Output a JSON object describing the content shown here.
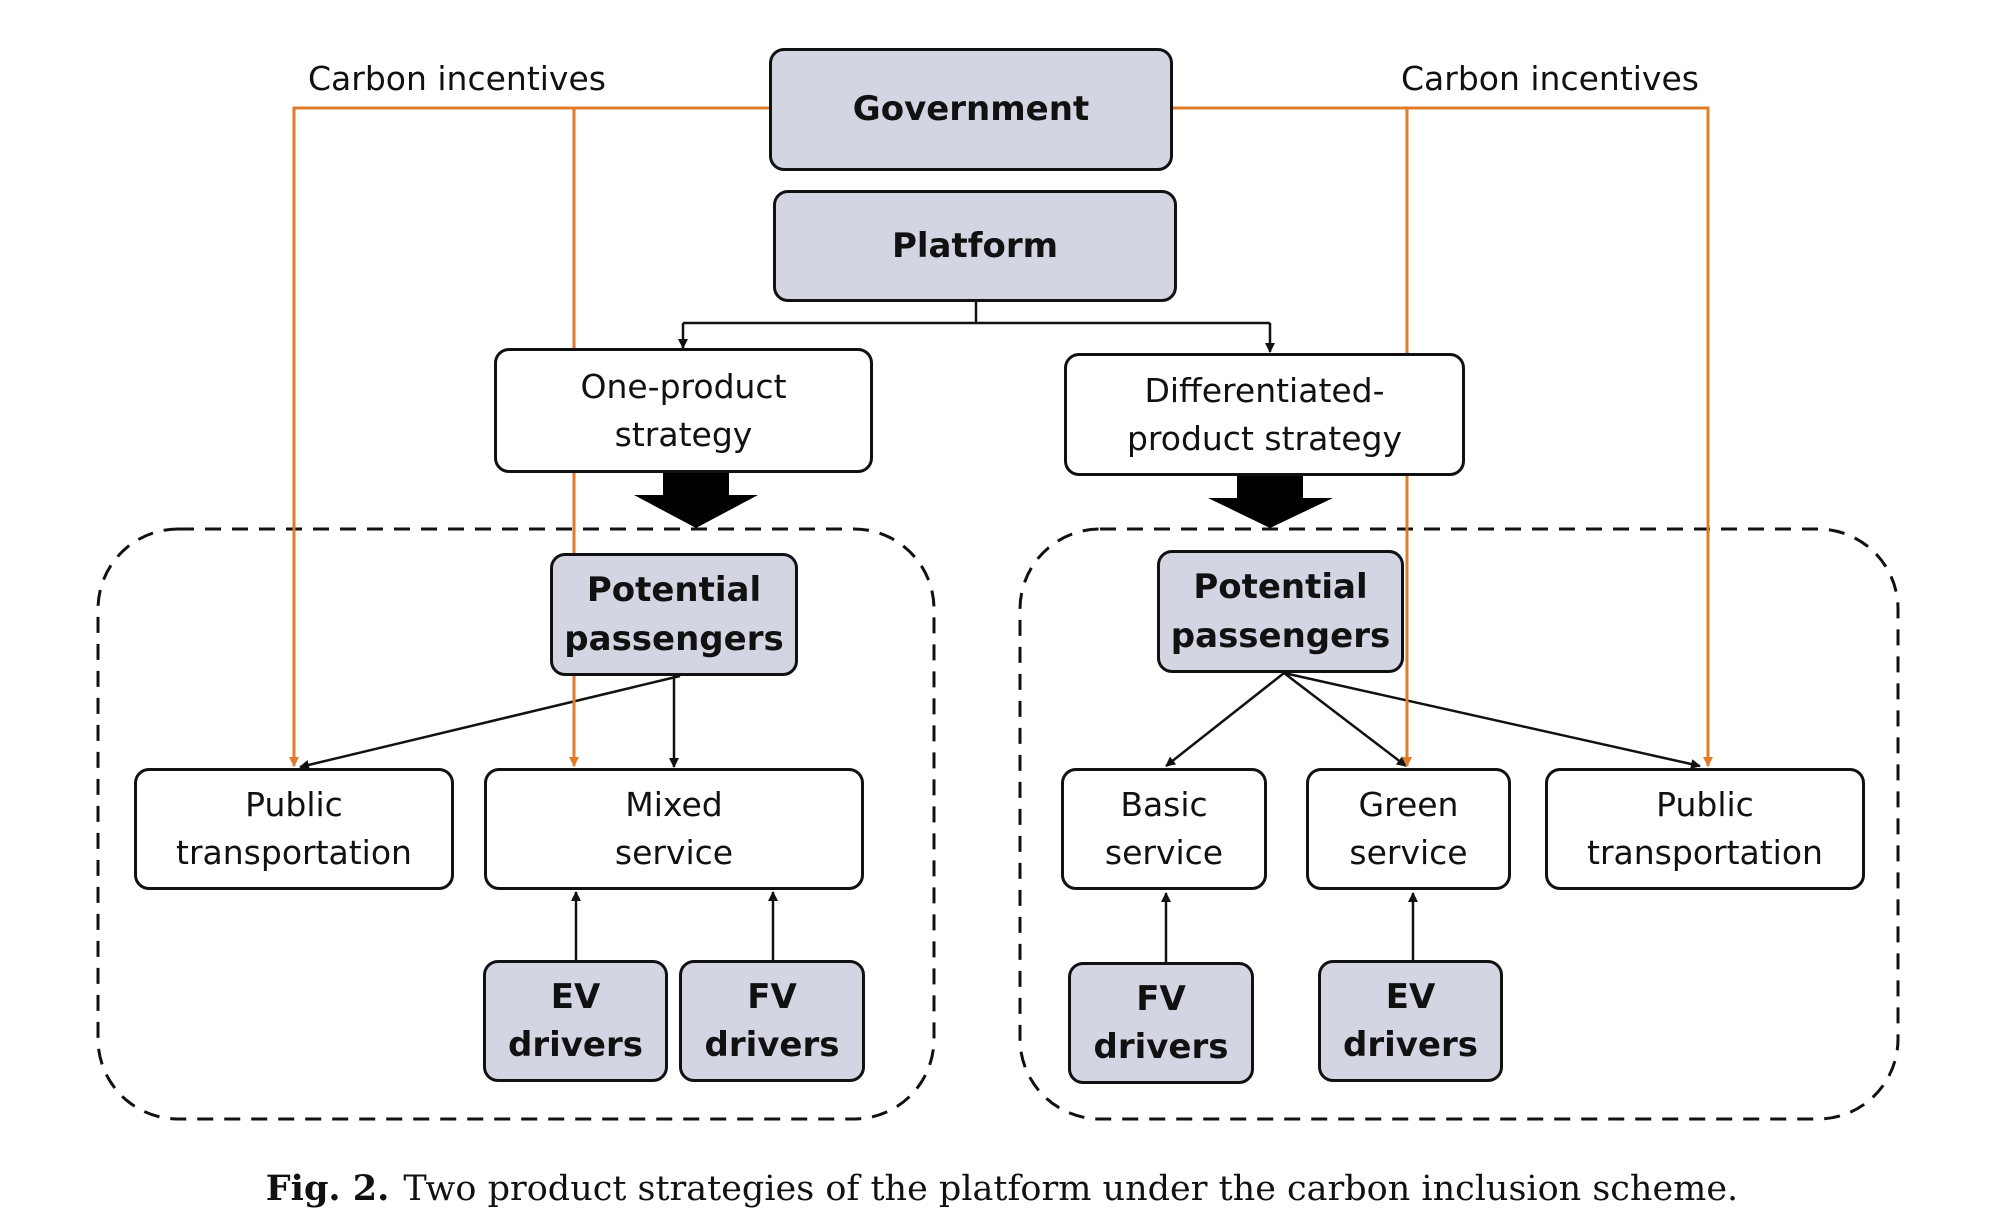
{
  "labels": {
    "carbon_left": "Carbon incentives",
    "carbon_right": "Carbon incentives"
  },
  "nodes": {
    "government": "Government",
    "platform": "Platform",
    "one_product": "One-product\nstrategy",
    "differentiated": "Differentiated-\nproduct strategy",
    "left_passengers": "Potential\npassengers",
    "left_public": "Public\ntransportation",
    "mixed_service": "Mixed\nservice",
    "left_ev": "EV\ndrivers",
    "left_fv": "FV\ndrivers",
    "right_passengers": "Potential\npassengers",
    "basic_service": "Basic\nservice",
    "green_service": "Green\nservice",
    "right_public": "Public\ntransportation",
    "right_fv": "FV\ndrivers",
    "right_ev": "EV\ndrivers"
  },
  "caption": {
    "figure_number": "Fig. 2.",
    "text": "Two product strategies of the platform under the carbon inclusion scheme."
  },
  "colors": {
    "incentive_arrow": "#e07b2a",
    "shaded_node": "#d3d5e3",
    "line": "#111111"
  }
}
